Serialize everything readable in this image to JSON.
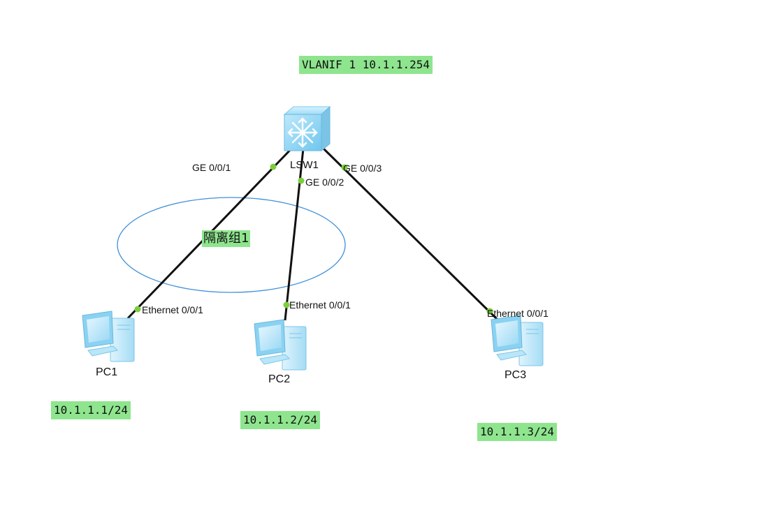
{
  "vlanif": "VLANIF 1 10.1.1.254",
  "switch": {
    "name": "LSW1",
    "ports": [
      "GE 0/0/1",
      "GE 0/0/2",
      "GE 0/0/3"
    ]
  },
  "isolation_group": "隔离组1",
  "pcs": [
    {
      "name": "PC1",
      "port": "Ethernet 0/0/1",
      "ip": "10.1.1.1/24"
    },
    {
      "name": "PC2",
      "port": "Ethernet 0/0/1",
      "ip": "10.1.1.2/24"
    },
    {
      "name": "PC3",
      "port": "Ethernet 0/0/1",
      "ip": "10.1.1.3/24"
    }
  ],
  "colors": {
    "label_bg": "#8ee58e",
    "link": "#111111",
    "port_dot": "#7ccf3c",
    "group_ellipse": "#3f8fd8",
    "device_blue": "#8ad2f2"
  },
  "icons": {
    "switch": "layer3-switch-icon",
    "pc": "desktop-pc-icon"
  }
}
